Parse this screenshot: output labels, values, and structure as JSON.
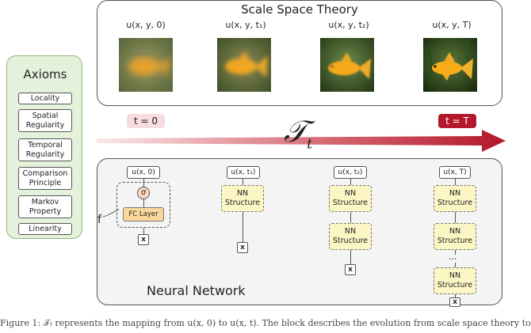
{
  "axioms": {
    "title": "Axioms",
    "items": [
      "Locality",
      "Spatial Regularity",
      "Temporal Regularity",
      "Comparison Principle",
      "Markov Property",
      "Linearity"
    ]
  },
  "scale_space": {
    "title": "Scale Space Theory",
    "headers": [
      "u(x, y, 0)",
      "u(x, y, t₁)",
      "u(x, y, t₂)",
      "u(x, y, T)"
    ]
  },
  "timeline": {
    "start_label": "t = 0",
    "end_label": "t = T",
    "operator": "𝒯",
    "operator_sub": "t"
  },
  "neural": {
    "title": "Neural Network",
    "headers": [
      "u(x, 0)",
      "u(x, t₁)",
      "u(x, t₂)",
      "u(x, T)"
    ],
    "sigma": "σ",
    "fc_label": "FC Layer",
    "f_label": "f",
    "nn_label": "NN Structure",
    "x_label": "x",
    "ellipsis": "..."
  },
  "caption": "Figure 1: 𝒯ₜ represents the mapping from u(x, 0) to u(x, t). The block describes the evolution from scale space theory to"
}
